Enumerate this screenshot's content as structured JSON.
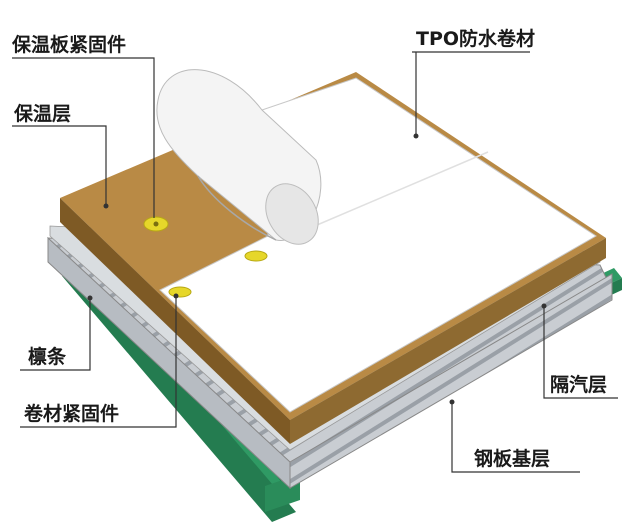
{
  "labels": {
    "board_fastener": "保温板紧固件",
    "insulation_layer": "保温层",
    "tpo_membrane": "TPO防水卷材",
    "purlin": "檩条",
    "membrane_fastener": "卷材紧固件",
    "vapor_barrier": "隔汽层",
    "steel_deck": "钢板基层"
  },
  "colors": {
    "insulation": "#b98a45",
    "insulation_dark": "#7e5a25",
    "membrane": "#ffffff",
    "purlin": "#2f9a64",
    "steel": "#c7cbd0",
    "fastener": "#e6d72a",
    "leader": "#333333"
  }
}
